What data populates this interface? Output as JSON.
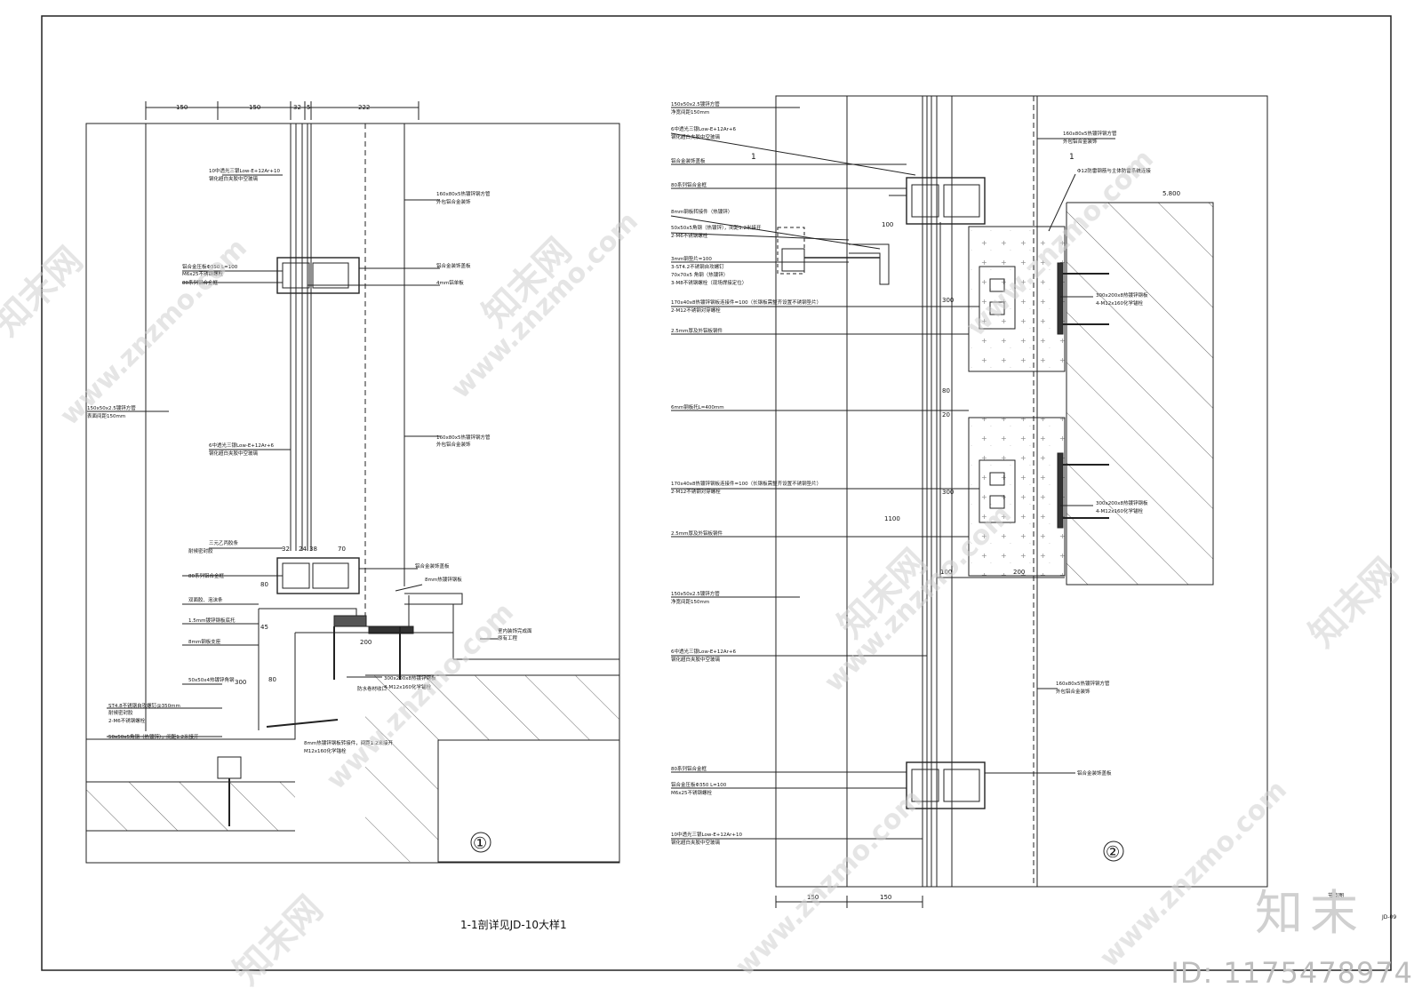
{
  "drawing": {
    "caption": "1-1剖详见JD-10大样1",
    "sheet_no": "JD-09",
    "sheet_title": "节点图",
    "detail_marks": [
      "①",
      "②"
    ],
    "section_mark": "1",
    "elevation": "5.800"
  },
  "detail1": {
    "top_dims": [
      "150",
      "150",
      "32",
      "5",
      "222"
    ],
    "mid_dims": [
      "32",
      "24",
      "38",
      "70"
    ],
    "left_dims": [
      "80",
      "45",
      "300",
      "80"
    ],
    "dim_200": "200",
    "left_labels": [
      "10中透光三银Low-E+12Ar+10",
      "钢化超白夹胶中空玻璃",
      "铝合金压板Φ350 L=100",
      "M6x25不锈钢螺栓",
      "80系列铝合金框",
      "150x50x2.5镀锌方管",
      "表面间距150mm",
      "6中透光三银Low-E+12Ar+6",
      "钢化超白夹胶中空玻璃",
      "三元乙丙胶条",
      "耐候密封胶",
      "80系列铝合金框",
      "双面胶、泡沫条",
      "1.5mm镀锌钢板底托",
      "8mm钢板支座",
      "50x50x4热镀锌角钢",
      "ST4.8不锈钢自攻螺钉@350mm",
      "耐候密封胶",
      "2-M6不锈钢螺栓",
      "50x50x5角钢（热镀锌），间距1.2米接开"
    ],
    "right_labels": [
      "160x80x5热镀锌钢方管",
      "外包铝合金装饰",
      "铝合金装饰盖板",
      "4mm铝单板",
      "160x80x5热镀锌钢方管",
      "外包铝合金装饰",
      "铝合金装饰盖板",
      "8mm热镀锌钢板",
      "室内装饰完成面",
      "原有工程",
      "300x200x8热镀锌钢板",
      "4-M12x160化学锚栓",
      "防水卷材收口",
      "8mm热镀锌钢板转接件，间距1.2米接开",
      "M12x160化学锚栓"
    ]
  },
  "detail2": {
    "bottom_dims": [
      "150",
      "150"
    ],
    "side_dims": [
      "100",
      "300",
      "80",
      "20",
      "300",
      "1100",
      "100",
      "200"
    ],
    "left_labels": [
      "150x50x2.5镀锌方管",
      "净宽间距150mm",
      "6中透光三银Low-E+12Ar+6",
      "钢化超白夹胶中空玻璃",
      "铝合金装饰盖板",
      "80系列铝合金框",
      "8mm钢板转接件（热镀锌）",
      "50x50x5角钢（热镀锌），间距1.2米接开",
      "2-M6不锈钢螺栓",
      "3mm钢垫片=100",
      "3-ST4.2不锈钢自攻螺钉",
      "70x70x5 角钢（热镀锌）",
      "3-M8不锈钢螺栓（现场焊接定位）",
      "170x40x8热镀锌钢板连接件=100（长钢板需整齐设置不锈钢垫片）",
      "2-M12不锈钢对穿螺栓",
      "2.5mm厚及外铝板钢件",
      "6mm钢板托L=400mm",
      "170x40x8热镀锌钢板连接件=100（长钢板需整齐设置不锈钢垫片）",
      "2-M12不锈钢对穿螺栓",
      "2.5mm厚及外铝板钢件",
      "150x50x2.5镀锌方管",
      "净宽间距150mm",
      "6中透光三银Low-E+12Ar+6",
      "钢化超白夹胶中空玻璃",
      "80系列铝合金框",
      "铝合金压板Φ350 L=100",
      "M6x25不锈钢螺栓",
      "10中透光三银Low-E+12Ar+10",
      "钢化超白夹胶中空玻璃"
    ],
    "right_labels": [
      "160x80x5热镀锌钢方管",
      "外包铝合金装饰",
      "Φ12防雷钢筋与主体防雷系统连接",
      "300x200x8热镀锌钢板",
      "4-M12x160化学锚栓",
      "300x200x8热镀锌钢板",
      "4-M12x160化学锚栓",
      "160x80x5热镀锌钢方管",
      "外包铝合金装饰",
      "铝合金装饰盖板"
    ]
  },
  "watermark": {
    "site": "www.znzmo.com",
    "brand": "知末网",
    "logo": "知末",
    "id_text": "ID: 1175478974"
  }
}
